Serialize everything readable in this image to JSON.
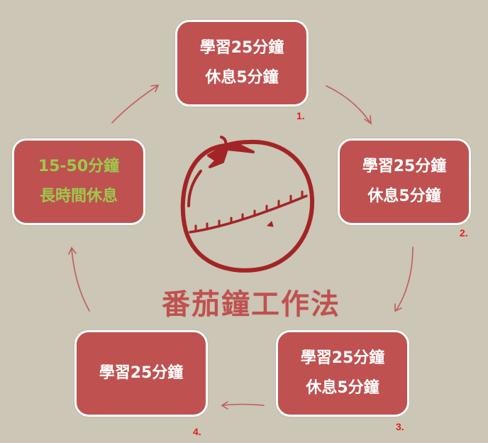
{
  "title": "番茄鐘工作法",
  "colors": {
    "background": "#cbc6b5",
    "box_fill": "#bf5150",
    "box_border": "#ffffff",
    "text_white": "#ffffff",
    "text_green": "#9dc94b",
    "number_red": "#e51e1e",
    "tomato_stroke": "#a32426",
    "arrow": "#c4595c"
  },
  "steps": [
    {
      "number": "1.",
      "line1": "學習25分鐘",
      "line2": "休息5分鐘"
    },
    {
      "number": "2.",
      "line1": "學習25分鐘",
      "line2": "休息5分鐘"
    },
    {
      "number": "3.",
      "line1": "學習25分鐘",
      "line2": "休息5分鐘"
    },
    {
      "number": "4.",
      "line1": "學習25分鐘"
    }
  ],
  "long_break": {
    "line1": "15-50分鐘",
    "line2": "長時間休息"
  },
  "icons": {
    "center": "tomato-timer-icon",
    "arrows": "curved-arrow-icon"
  }
}
